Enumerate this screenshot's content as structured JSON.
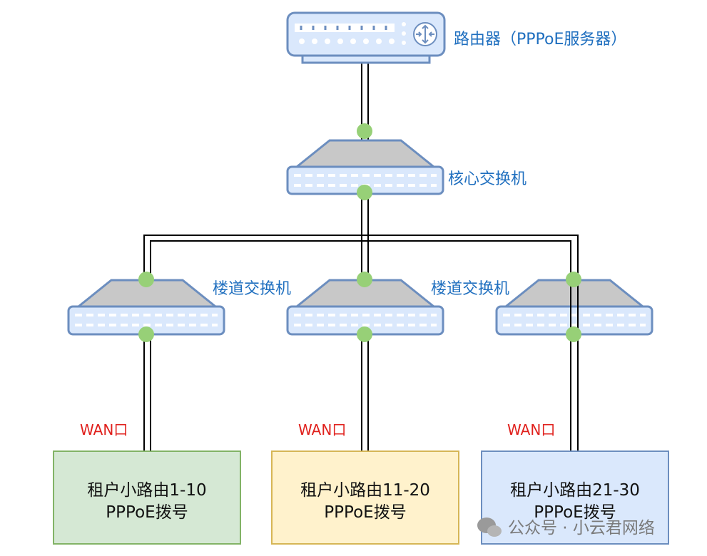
{
  "router": {
    "label": "路由器（PPPoE服务器）"
  },
  "core_switch": {
    "label": "核心交换机"
  },
  "floor_switches": [
    {
      "label": "楼道交换机"
    },
    {
      "label": "楼道交换机"
    }
  ],
  "wan_labels": [
    "WAN口",
    "WAN口",
    "WAN口"
  ],
  "tenant_boxes": [
    {
      "line1": "租户小路由1-10",
      "line2": "PPPoE拨号",
      "fill": "#d5e8d4",
      "stroke": "#82b366"
    },
    {
      "line1": "租户小路由11-20",
      "line2": "PPPoE拨号",
      "fill": "#fff2cc",
      "stroke": "#d6b656"
    },
    {
      "line1": "租户小路由21-30",
      "line2": "PPPoE拨号",
      "fill": "#dae8fc",
      "stroke": "#6c8ebf"
    }
  ],
  "watermark": {
    "text": "公众号 · 小云君网络"
  },
  "colors": {
    "device_stroke": "#6c8ebf",
    "device_fill": "#dae8fc",
    "switch_top": "#c8c8c8",
    "port": "#ffffff",
    "link_dot": "#97d077",
    "cable": "#000000"
  }
}
